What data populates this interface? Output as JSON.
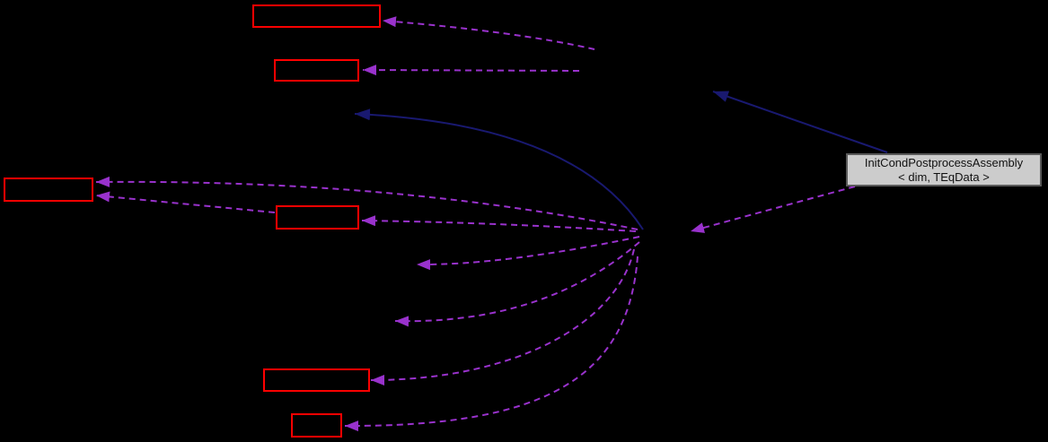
{
  "graph": {
    "background_color": "#000000",
    "main_node": {
      "label_line1": "InitCondPostprocessAssembly",
      "label_line2": "< dim, TEqData >",
      "fill": "#cccccc",
      "border_color": "#5a5a5a",
      "text_color": "#111111"
    },
    "edge_colors": {
      "usage_dashed": "#9932cc",
      "inheritance_solid": "#191970"
    },
    "unlabeled_node_style": {
      "border_color": "#ff0000",
      "fill": "#000000"
    },
    "unlabeled_node_count": 6,
    "usage_edge_count": 10,
    "inheritance_edge_count": 2
  }
}
